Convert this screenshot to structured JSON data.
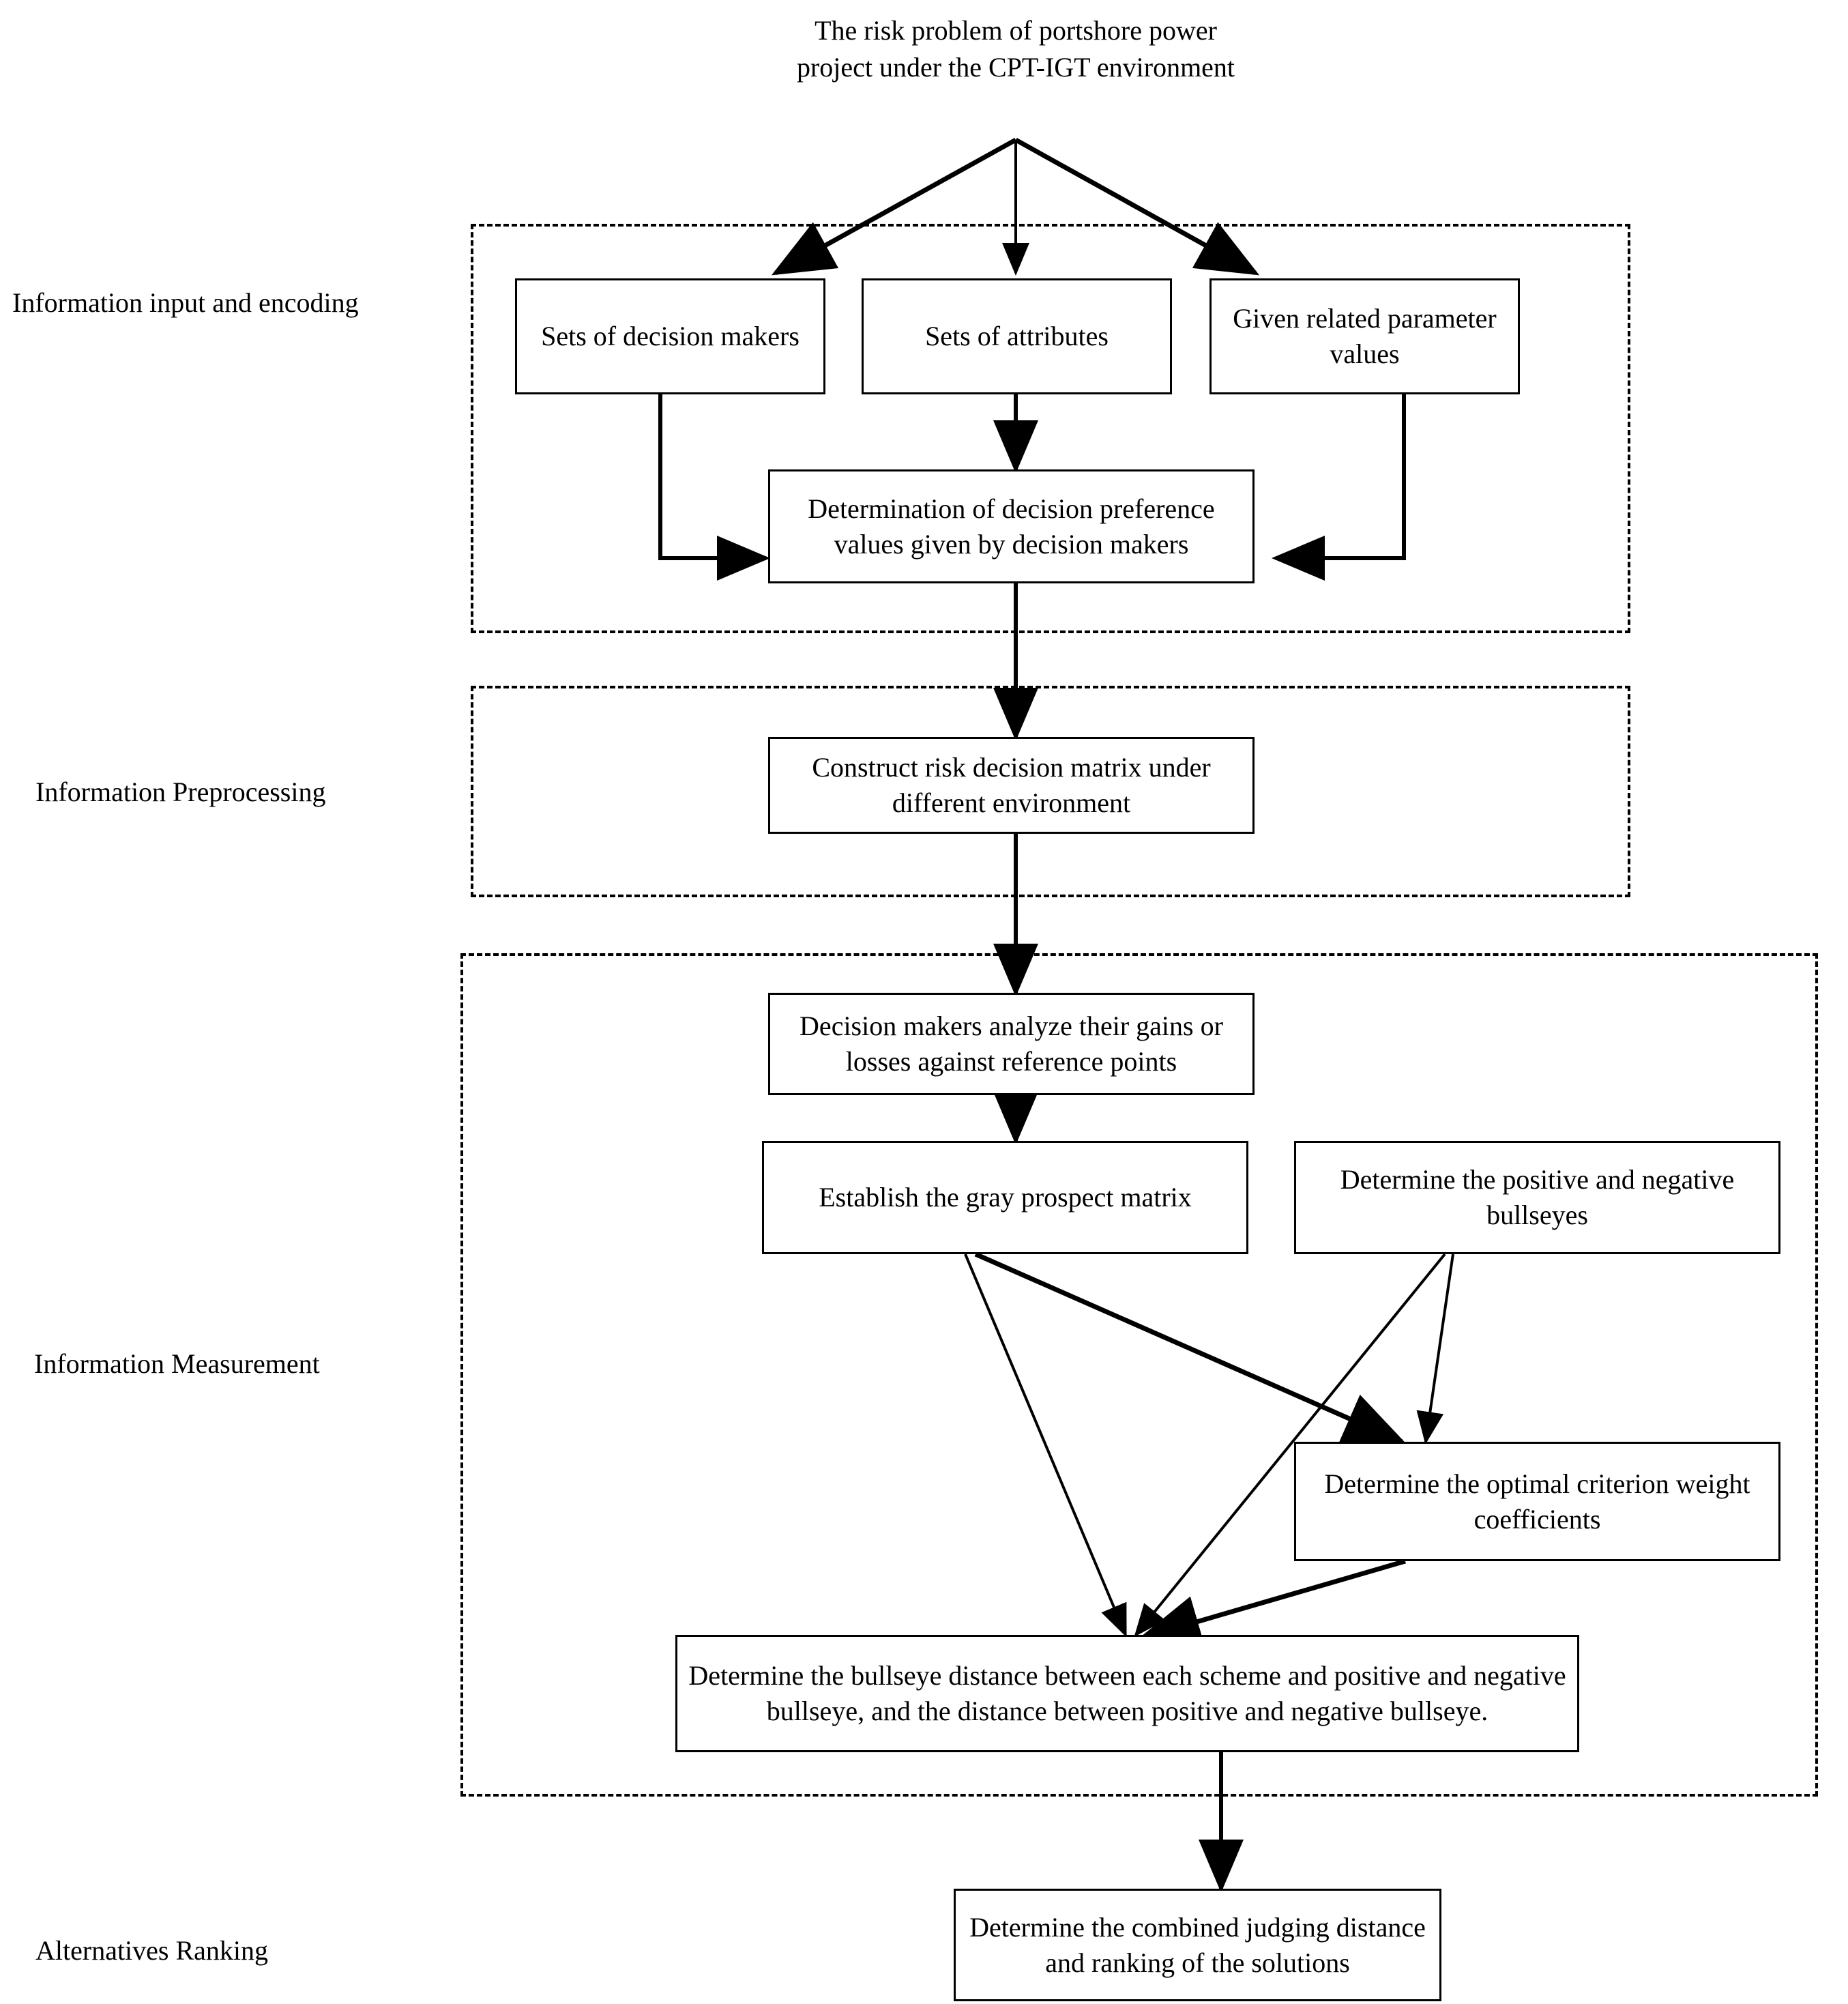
{
  "diagram": {
    "title_text": "The risk problem of portshore power project under the CPT-IGT environment",
    "background_color": "#ffffff",
    "line_color": "#000000"
  },
  "stages": [
    {
      "id": "stage-input",
      "label": "Information input and encoding"
    },
    {
      "id": "stage-preprocess",
      "label": "Information Preprocessing"
    },
    {
      "id": "stage-measurement",
      "label": "Information Measurement"
    },
    {
      "id": "stage-ranking",
      "label": "Alternatives Ranking"
    }
  ],
  "nodes": {
    "decision_makers": "Sets of decision makers",
    "attributes": "Sets of attributes",
    "parameters": "Given related parameter values",
    "preference_values": "Determination of decision preference values given by decision makers",
    "risk_matrix": "Construct risk decision matrix under different environment",
    "gains_losses": "Decision makers analyze their gains or losses against reference points",
    "prospect_matrix": "Establish the gray prospect matrix",
    "bullseyes": "Determine the positive and negative bullseyes",
    "weight_coeffs": "Determine the optimal criterion weight coefficients",
    "bullseye_distance": "Determine the bullseye distance between each scheme and positive and negative bullseye, and the distance between positive and negative bullseye.",
    "combined_ranking": "Determine the combined judging distance and ranking of the solutions"
  }
}
